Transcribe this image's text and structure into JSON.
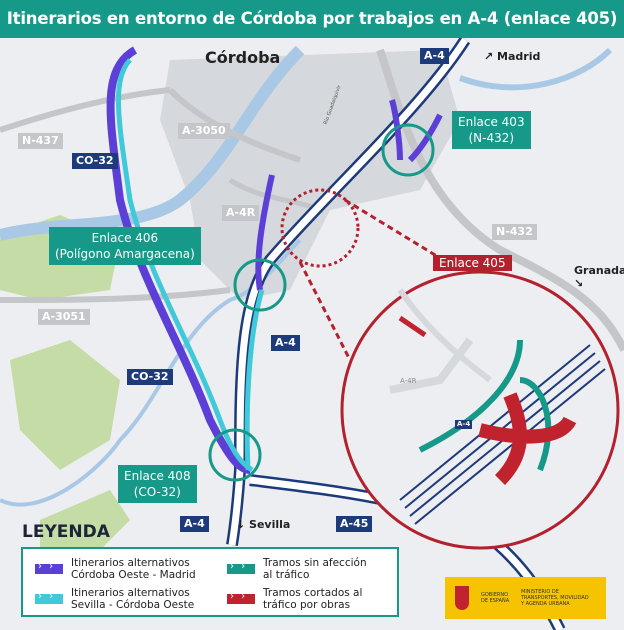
{
  "header": {
    "title": "Itinerarios en entorno de Córdoba por trabajos en A-4 (enlace 405)"
  },
  "map": {
    "city": "Córdoba",
    "river": "Río Guadalquivir",
    "roads": {
      "n437": "N-437",
      "a3050": "A-3050",
      "co32_north": "CO-32",
      "a4r": "A-4R",
      "a3051": "A-3051",
      "co32_south": "CO-32",
      "a4_center": "A-4",
      "a4_south": "A-4",
      "a45": "A-45",
      "a4_north": "A-4",
      "n432": "N-432",
      "a4r_detail": "A-4R",
      "a4_detail": "A-4"
    },
    "destinations": {
      "madrid": "Madrid",
      "granada": "Granada",
      "sevilla": "Sevilla"
    },
    "junctions": {
      "enlace_403": {
        "line1": "Enlace 403",
        "line2": "(N-432)"
      },
      "enlace_406": {
        "line1": "Enlace 406",
        "line2": "(Polígono Amargacena)"
      },
      "enlace_408": {
        "line1": "Enlace 408",
        "line2": "(CO-32)"
      },
      "enlace_405": "Enlace 405"
    }
  },
  "legend": {
    "title": "LEYENDA",
    "items": [
      {
        "line1": "Itinerarios alternativos",
        "line2": "Córdoba Oeste - Madrid",
        "color": "#5b3fd6"
      },
      {
        "line1": "Itinerarios alternativos",
        "line2": "Sevilla - Córdoba Oeste",
        "color": "#3fc9d9"
      },
      {
        "line1": "Tramos sin afección",
        "line2": "al tráfico",
        "color": "#17998a"
      },
      {
        "line1": "Tramos cortados al",
        "line2": "tráfico por obras",
        "color": "#c0222e"
      }
    ]
  },
  "logo": {
    "gov": "GOBIERNO DE ESPAÑA",
    "ministry": "MINISTERIO DE TRANSPORTES, MOVILIDAD Y AGENDA URBANA"
  },
  "colors": {
    "header": "#17998a",
    "navy": "#1d3a7a",
    "red": "#b3212e",
    "yellow": "#f6c300"
  }
}
